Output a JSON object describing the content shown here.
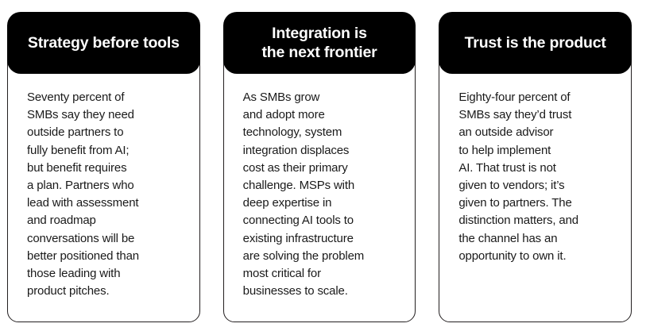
{
  "page": {
    "background_color": "#ffffff",
    "layout": "three-column-card-row"
  },
  "theme": {
    "header_background": "#000000",
    "header_text_color": "#ffffff",
    "card_background": "#ffffff",
    "card_border_color": "#231f20",
    "body_text_color": "#1a1a1a"
  },
  "cards": [
    {
      "title": "Strategy before tools",
      "body": "Seventy percent of\nSMBs say they need\noutside partners to\nfully benefit from AI;\nbut benefit requires\na plan. Partners who\nlead with assessment\nand roadmap\nconversations will be\nbetter positioned than\nthose leading with\nproduct pitches."
    },
    {
      "title": "Integration is\nthe next frontier",
      "body": "As SMBs grow\nand adopt more\ntechnology, system\nintegration displaces\ncost as their primary\nchallenge. MSPs with\ndeep expertise in\nconnecting AI tools to\nexisting infrastructure\nare solving the problem\nmost critical for\nbusinesses to scale."
    },
    {
      "title": "Trust is the product",
      "body": "Eighty-four percent of\nSMBs say they’d trust\nan outside advisor\nto help implement\nAI. That trust is not\ngiven to vendors; it’s\ngiven to partners. The\ndistinction matters, and\nthe channel has an\nopportunity to own it."
    }
  ]
}
